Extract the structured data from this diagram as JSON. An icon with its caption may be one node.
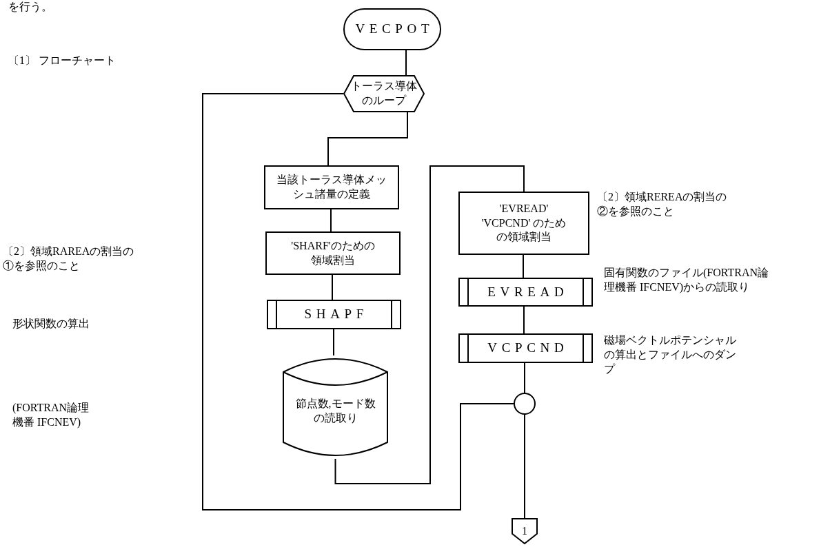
{
  "diagram": {
    "nodes": [
      {
        "text": [
          "VECPOT"
        ]
      },
      {
        "text": [
          "トーラス導体のループ"
        ]
      },
      {
        "text": [
          "当該トーラス導体メッシュ諸量の定義"
        ]
      },
      {
        "text": [
          "'SHARF'のための領域割当"
        ]
      },
      {
        "text": [
          "SHAPF"
        ]
      },
      {
        "text": [
          "節点数,モード数の読取り"
        ]
      },
      {
        "text": [
          "'EVREAD' 'VCPCND' のための領域割当"
        ],
        "beside": [
          "〔2〕領域REREAの割当の②を参照のこと"
        ]
      },
      {
        "text": [
          "EVREAD"
        ],
        "beside": [
          "固有関数のファイル(FORTRAN論理機番 IFCNEV)からの読取り"
        ]
      },
      {
        "text": [
          "VCPCND"
        ],
        "beside": [
          "磁場ベクトルポテンシャルの算出とファイルへのダンプ"
        ]
      },
      {
        "text": [],
        "shape": "circle"
      },
      {
        "text": [
          "1"
        ]
      }
    ],
    "edges": [
      {
        "from": 0,
        "to": 1,
        "arrow": "none"
      },
      {
        "from": 1,
        "to": 2,
        "arrow": "none"
      },
      {
        "from": 2,
        "to": 3,
        "arrow": "none"
      },
      {
        "from": 3,
        "to": 4,
        "arrow": "none"
      },
      {
        "from": 4,
        "to": 5,
        "arrow": "none"
      },
      {
        "from": 5,
        "to": 6,
        "arrow": "none"
      },
      {
        "from": 6,
        "to": 7,
        "arrow": "none"
      },
      {
        "from": 7,
        "to": 8,
        "arrow": "none"
      },
      {
        "from": 8,
        "to": 9,
        "arrow": "none"
      },
      {
        "from": 1,
        "to": 9,
        "arrow": "none"
      },
      {
        "from": 9,
        "to": 10,
        "arrow": "none"
      }
    ],
    "labels": [
      "を行う。",
      "〔1〕 フローチャート",
      "〔2〕領域RAREAの割当の①を参照のこと",
      "形状関数の算出",
      "(FORTRAN論理機番 IFCNEV)"
    ]
  }
}
